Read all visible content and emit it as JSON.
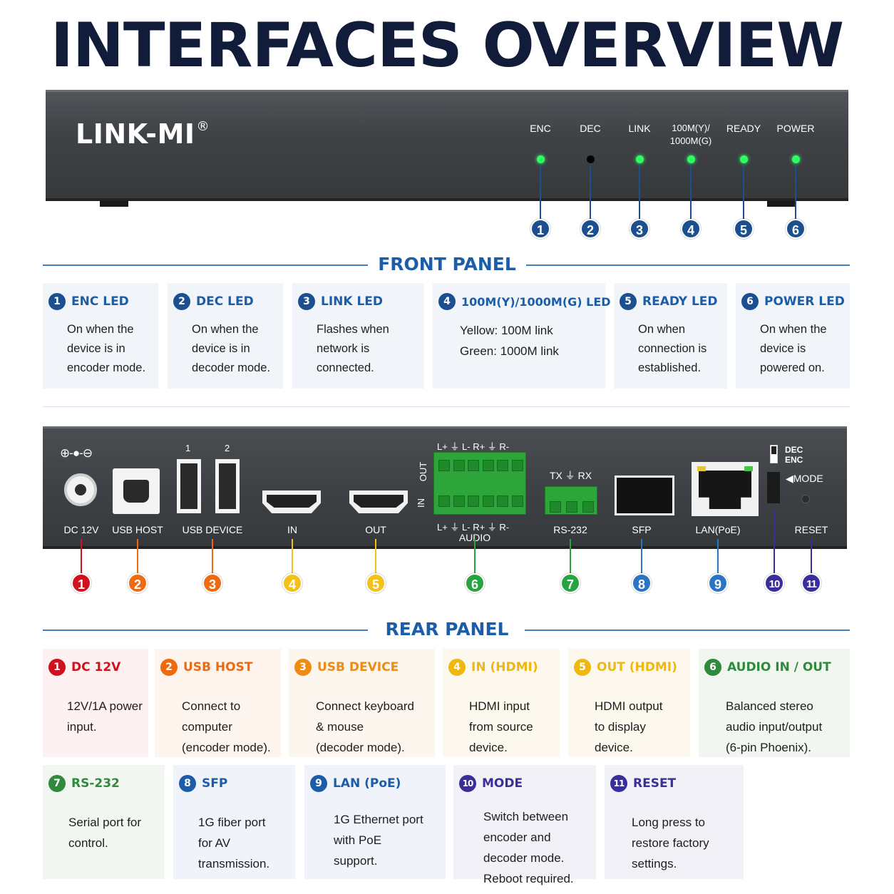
{
  "title": "INTERFACES OVERVIEW",
  "front": {
    "brand": "LINK-MI",
    "brand_mark": "®",
    "leds": [
      {
        "label": "ENC",
        "num": "1",
        "lit": true
      },
      {
        "label": "DEC",
        "num": "2",
        "lit": false
      },
      {
        "label": "LINK",
        "num": "3",
        "lit": true
      },
      {
        "label": "100M(Y)/\n1000M(G)",
        "num": "4",
        "lit": true
      },
      {
        "label": "READY",
        "num": "5",
        "lit": true
      },
      {
        "label": "POWER",
        "num": "6",
        "lit": true
      }
    ],
    "section_title": "FRONT PANEL",
    "badge_color": "#1b4f8f",
    "heading_color": "#1b5da8",
    "cards": [
      {
        "num": "1",
        "title": "ENC LED",
        "lines": [
          "On when the",
          "device is in",
          "encoder mode."
        ]
      },
      {
        "num": "2",
        "title": "DEC LED",
        "lines": [
          "On when the",
          "device is in",
          "decoder mode."
        ]
      },
      {
        "num": "3",
        "title": "LINK LED",
        "lines": [
          "Flashes when",
          "network is",
          "connected."
        ]
      },
      {
        "num": "4",
        "title": "100M(Y)/1000M(G) LED",
        "lines": [
          "Yellow: 100M link",
          "Green: 1000M link"
        ]
      },
      {
        "num": "5",
        "title": "READY LED",
        "lines": [
          "On when",
          "connection is",
          "established."
        ]
      },
      {
        "num": "6",
        "title": "POWER LED",
        "lines": [
          "On when the",
          "device is",
          "powered on."
        ]
      }
    ]
  },
  "rear": {
    "section_title": "REAR PANEL",
    "dc_polarity": "⊕-●-⊖",
    "usb_device_numbers": [
      "1",
      "2"
    ],
    "audio_top_pins": "L+ ⏚ L- R+ ⏚ R-",
    "audio_bottom_pins": "L+ ⏚ L- R+ ⏚ R-",
    "audio_side_out": "OUT",
    "audio_side_in": "IN",
    "rs232_pins": "TX ⏚ RX",
    "switch_dec": "DEC",
    "switch_enc": "ENC",
    "mode_label": "◀MODE",
    "ports": [
      {
        "label": "DC 12V",
        "num": "1",
        "color": "#d0121e"
      },
      {
        "label": "USB HOST",
        "num": "2",
        "color": "#ef6b12"
      },
      {
        "label": "USB DEVICE",
        "num": "3",
        "color": "#ee6a10"
      },
      {
        "label": "IN",
        "num": "4",
        "color": "#f2c21a"
      },
      {
        "label": "OUT",
        "num": "5",
        "color": "#f2c21a"
      },
      {
        "label": "AUDIO",
        "num": "6",
        "color": "#27a342"
      },
      {
        "label": "RS-232",
        "num": "7",
        "color": "#27a342"
      },
      {
        "label": "SFP",
        "num": "8",
        "color": "#2c75c3"
      },
      {
        "label": "LAN(PoE)",
        "num": "9",
        "color": "#2c75c3"
      },
      {
        "label": "",
        "num": "10",
        "color": "#3a2e9a"
      },
      {
        "label": "RESET",
        "num": "11",
        "color": "#3a2e9a"
      }
    ],
    "cards": [
      {
        "num": "1",
        "title": "DC 12V",
        "color": "#d0121e",
        "bg": "#fdf1f1",
        "lines": [
          "12V/1A power",
          "input."
        ]
      },
      {
        "num": "2",
        "title": "USB HOST",
        "color": "#ee6a10",
        "bg": "#fdf4ee",
        "lines": [
          "Connect to",
          "computer",
          "(encoder mode)."
        ]
      },
      {
        "num": "3",
        "title": "USB DEVICE",
        "color": "#ef8a12",
        "bg": "#fdf6ee",
        "lines": [
          "Connect keyboard",
          "& mouse",
          "(decoder mode)."
        ]
      },
      {
        "num": "4",
        "title": "IN (HDMI)",
        "color": "#efb712",
        "bg": "#fdf8ee",
        "lines": [
          "HDMI input",
          "from source",
          "device."
        ]
      },
      {
        "num": "5",
        "title": "OUT (HDMI)",
        "color": "#efb712",
        "bg": "#fdf8ee",
        "lines": [
          "HDMI output",
          "to display",
          "device."
        ]
      },
      {
        "num": "6",
        "title": "AUDIO IN / OUT",
        "color": "#2f8a3c",
        "bg": "#f1f7f0",
        "lines": [
          "Balanced stereo",
          "audio input/output",
          "(6-pin Phoenix)."
        ]
      },
      {
        "num": "7",
        "title": "RS-232",
        "color": "#2f8a3c",
        "bg": "#f1f7f0",
        "lines": [
          "Serial port for",
          "control."
        ]
      },
      {
        "num": "8",
        "title": "SFP",
        "color": "#1b5da8",
        "bg": "#f0f4fa",
        "lines": [
          "1G fiber port",
          "for AV",
          "transmission."
        ]
      },
      {
        "num": "9",
        "title": "LAN (PoE)",
        "color": "#1b5da8",
        "bg": "#f0f4fa",
        "lines": [
          "1G Ethernet port",
          "with PoE",
          "support."
        ]
      },
      {
        "num": "10",
        "title": "MODE",
        "color": "#3a2e9a",
        "bg": "#f2f1f8",
        "lines": [
          "Switch between",
          "encoder and",
          "decoder mode.",
          "Reboot required."
        ]
      },
      {
        "num": "11",
        "title": "RESET",
        "color": "#3a2e9a",
        "bg": "#f2f1f8",
        "lines": [
          "Long press to",
          "restore factory",
          "settings."
        ]
      }
    ]
  }
}
